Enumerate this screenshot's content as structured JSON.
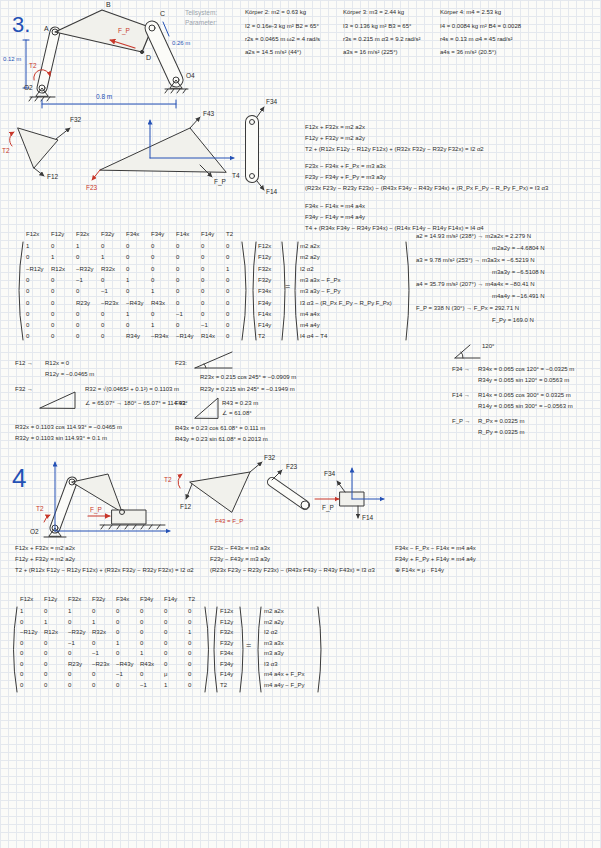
{
  "diagram": {
    "labels": [
      "3.",
      "Teilsystem:",
      "Parameter:",
      "Körper 2: m2 = 0.63 kg",
      "I2 = 0.16e-3 kg m²  B2 = 65°",
      "r2s = 0.0465 m  ω2 = 4 rad/s",
      "a2s = 14.5 m/s² (44°)",
      "Körper 3: m3 = 2.44 kg",
      "I3 = 0.136 kg m²  B3 = 65°",
      "r3s = 0.215 m  α3 = 9.2 rad/s²",
      "a3s = 16 m/s² (225°)",
      "Körper 4: m4 = 2.53 kg",
      "I4 = 0.0084 kg m²  B4 = 0.0028",
      "r4s = 0.13 m  α4 = 45 rad/s²",
      "a4s = 36 m/s² (20.5°)",
      "A",
      "B",
      "C",
      "D",
      "O2",
      "O4",
      "0.8 m",
      "0.26 m",
      "0.12 m",
      "F_P",
      "T2",
      "F12",
      "T2",
      "F32",
      "F23",
      "F43",
      "F_P",
      "F34",
      "F14",
      "T4",
      "F12x + F32x = m2 a2x",
      "F12y + F32y = m2 a2y",
      "T2 + (R12x F12y − R12y F12x) + (R32x F32y − R32y F32x) = I2 α2",
      "F23x − F34x + F_Px = m3 a3x",
      "F23y − F34y + F_Py = m3 a3y",
      "(R23x F23y − R23y F23x) − (R43x F34y − R43y F34x) + (R_Px F_Py − R_Py F_Px) = I3 α3",
      "F34x − F14x = m4 a4x",
      "F34y − F14y = m4 a4y",
      "T4 + (R34x F34y − R34y F34x) − (R14x F14y − R14y F14x) = I4 α4",
      "F12x",
      "F12y",
      "F32x",
      "F32y",
      "F34x",
      "F34y",
      "F14x",
      "F14y",
      "T2",
      "1",
      "0",
      "1",
      "0",
      "0",
      "0",
      "0",
      "0",
      "0",
      "0",
      "1",
      "0",
      "1",
      "0",
      "0",
      "0",
      "0",
      "0",
      "−R12y",
      "R12x",
      "−R32y",
      "R32x",
      "0",
      "0",
      "0",
      "0",
      "1",
      "0",
      "0",
      "−1",
      "0",
      "1",
      "0",
      "0",
      "0",
      "0",
      "0",
      "0",
      "0",
      "−1",
      "0",
      "1",
      "0",
      "0",
      "0",
      "0",
      "0",
      "R23y",
      "−R23x",
      "−R43y",
      "R43x",
      "0",
      "0",
      "0",
      "0",
      "0",
      "0",
      "0",
      "1",
      "0",
      "−1",
      "0",
      "0",
      "0",
      "0",
      "0",
      "0",
      "0",
      "1",
      "0",
      "−1",
      "0",
      "0",
      "0",
      "0",
      "0",
      "R34y",
      "−R34x",
      "−R14y",
      "R14x",
      "0",
      "F12x",
      "F12y",
      "F32x",
      "F32y",
      "F34x",
      "F34y",
      "F14x",
      "F14y",
      "T2",
      "=",
      "m2 a2x",
      "m2 a2y",
      "I2 α2",
      "m3 a3x − F_Px",
      "m3 a3y − F_Py",
      "I3 α3 − (R_Px F_Py − R_Py F_Px)",
      "m4 a4x",
      "m4 a4y",
      "I4 α4 − T4",
      "a2 = 14.93 m/s² (238°) → m2a2x = 2.279 N",
      "m2a2y = −4.6804 N",
      "a3 = 9.78 m/s² (253°) → m3a3x = −6.5219 N",
      "m3a3y = −6.5108 N",
      "a4 = 35.79 m/s² (207°) → m4a4x = −80.41 N",
      "m4a4y = −16.491 N",
      "F_P = 338 N (30°) → F_Px = 292.71 N",
      "F_Py = 169.0 N",
      "F12 →",
      "R12x = 0",
      "R12y = −0.0465 m",
      "F32 →",
      "R32 = √(0.0465² + 0.1²) = 0.1103 m",
      "∠ = 65.07° → 180° − 65.07° = 114.93°",
      "R32x = 0.1103 cos 114.93° = −0.0465 m",
      "R32y = 0.1103 sin 114.93° = 0.1 m",
      "F23:",
      "R23x = 0.215 cos 245° = −0.0909 m",
      "R23y = 0.215 sin 245° = −0.1949 m",
      "F43:",
      "R43 = 0.23 m",
      "∠ = 61.08°",
      "R43x = 0.23 cos 61.08° = 0.111 m",
      "R43y = 0.23 sin 61.08° = 0.2013 m",
      "120°",
      "F34 →",
      "R34x = 0.065 cos 120° = −0.0325 m",
      "R34y = 0.065 sin 120° = 0.0563 m",
      "F14 →",
      "R14x = 0.065 cos 300° = 0.0325 m",
      "R14y = 0.065 sin 300° = −0.0563 m",
      "F_P →",
      "R_Px = 0.0325 m",
      "R_Py = 0.0325 m",
      "4",
      "T2",
      "O2",
      "F_P",
      "F32",
      "T2",
      "F12",
      "F43 = F_P",
      "F23",
      "F34",
      "F_P",
      "F14",
      "F12x + F32x = m2 a2x",
      "F12y + F32y = m2 a2y",
      "T2 + (R12x F12y − R12y F12x) + (R32x F32y − R32y F32x) = I2 α2",
      "F23x − F43x = m3 a3x",
      "F23y − F43y = m3 a3y",
      "(R23x F23y − R23y F23x) − (R43x F43y − R43y F43x) = I3 α3",
      "F34x − F_Px − F14x = m4 a4x",
      "F34y + F_Py + F14y = m4 a4y",
      "⊕ F14x = μ · F14y",
      "F12x",
      "F12y",
      "F32x",
      "F32y",
      "F34x",
      "F34y",
      "F14y",
      "T2",
      "1",
      "0",
      "1",
      "0",
      "0",
      "0",
      "0",
      "0",
      "0",
      "1",
      "0",
      "1",
      "0",
      "0",
      "0",
      "0",
      "−R12y",
      "R12x",
      "−R32y",
      "R32x",
      "0",
      "0",
      "0",
      "1",
      "0",
      "0",
      "−1",
      "0",
      "1",
      "0",
      "0",
      "0",
      "0",
      "0",
      "0",
      "−1",
      "0",
      "1",
      "0",
      "0",
      "0",
      "0",
      "R23y",
      "−R23x",
      "−R43y",
      "R43x",
      "0",
      "0",
      "0",
      "0",
      "0",
      "0",
      "−1",
      "0",
      "μ",
      "0",
      "0",
      "0",
      "0",
      "0",
      "0",
      "−1",
      "1",
      "0",
      "F12x",
      "F12y",
      "F32x",
      "F32y",
      "F34x",
      "F34y",
      "F14y",
      "T2",
      "=",
      "m2 a2x",
      "m2 a2y",
      "I2 α2",
      "m3 a3x",
      "m3 a3y",
      "I3 α3",
      "m4 a4x + F_Px",
      "m4 a4y − F_Py"
    ]
  }
}
